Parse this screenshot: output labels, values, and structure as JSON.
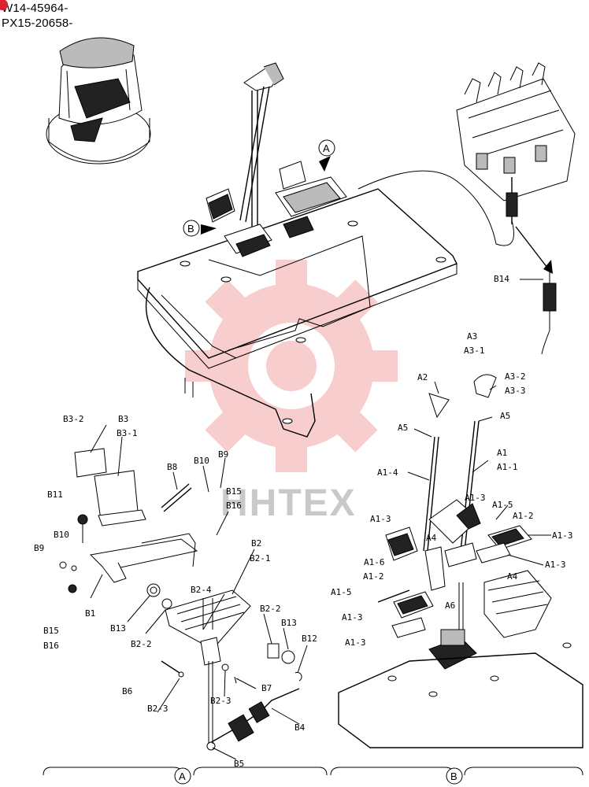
{
  "serials": [
    "W14-45964-",
    "PX15-20658-"
  ],
  "watermark": {
    "text": "HHTEX",
    "gear_color": "#f2a6a6"
  },
  "views": {
    "a": {
      "marker": "A"
    },
    "b": {
      "marker": "B"
    }
  },
  "callouts": {
    "b14": "B14",
    "a2": "A2",
    "a3": "A3",
    "a3_1": "A3-1",
    "a3_2": "A3-2",
    "a3_3": "A3-3",
    "a5": "A5",
    "a5b": "A5",
    "a1": "A1",
    "a1_1": "A1-1",
    "a1_4": "A1-4",
    "a1_3a": "A1-3",
    "a1_5a": "A1-5",
    "a1_2a": "A1-2",
    "a1_3b": "A1-3",
    "a1_3c": "A1-3",
    "a1_3d": "A1-3",
    "a4a": "A4",
    "a1_6": "A1-6",
    "a1_2b": "A1-2",
    "a1_5b": "A1-5",
    "a1_3e": "A1-3",
    "a1_3f": "A1-3",
    "a6": "A6",
    "a4b": "A4",
    "b3_2": "B3-2",
    "b3": "B3",
    "b3_1": "B3-1",
    "b8": "B8",
    "b10a": "B10",
    "b9a": "B9",
    "b15a": "B15",
    "b16a": "B16",
    "b11": "B11",
    "b9b": "B9",
    "b10b": "B10",
    "b1": "B1",
    "b13a": "B13",
    "b15b": "B15",
    "b16b": "B16",
    "b2": "B2",
    "b2_1": "B2-1",
    "b2_4": "B2-4",
    "b2_2a": "B2-2",
    "b2_2b": "B2-2",
    "b13b": "B13",
    "b12": "B12",
    "b6": "B6",
    "b2_3a": "B2-3",
    "b2_3b": "B2-3",
    "b7": "B7",
    "b4": "B4",
    "b5": "B5"
  }
}
